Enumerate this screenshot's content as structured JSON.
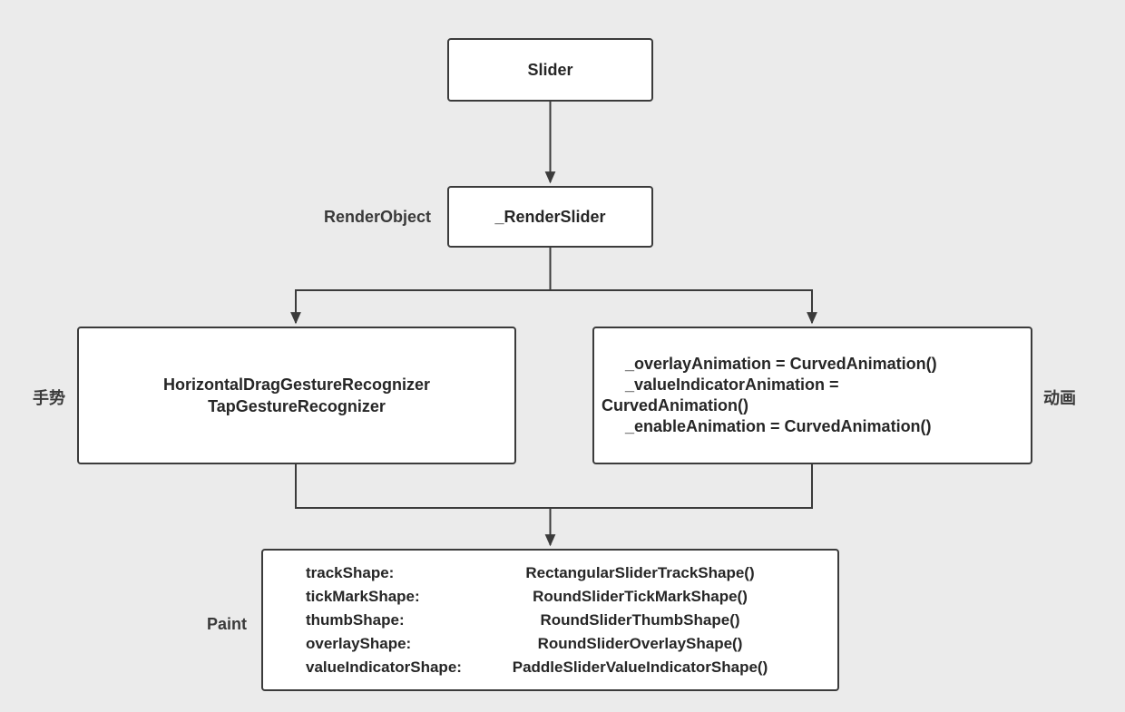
{
  "diagram": {
    "nodes": {
      "slider": {
        "label": "Slider"
      },
      "render_slider": {
        "label": "_RenderSlider"
      },
      "gesture": {
        "lines": [
          "HorizontalDragGestureRecognizer",
          "TapGestureRecognizer"
        ]
      },
      "animation": {
        "lines": [
          "_overlayAnimation = CurvedAnimation()",
          "_valueIndicatorAnimation =",
          "CurvedAnimation()",
          "_enableAnimation = CurvedAnimation()"
        ]
      },
      "paint": {
        "rows": [
          {
            "key": "trackShape:",
            "value": "RectangularSliderTrackShape()"
          },
          {
            "key": "tickMarkShape:",
            "value": "RoundSliderTickMarkShape()"
          },
          {
            "key": "thumbShape:",
            "value": "RoundSliderThumbShape()"
          },
          {
            "key": "overlayShape:",
            "value": "RoundSliderOverlayShape()"
          },
          {
            "key": "valueIndicatorShape:",
            "value": "PaddleSliderValueIndicatorShape()"
          }
        ]
      }
    },
    "labels": {
      "render_object": "RenderObject",
      "gesture": "手势",
      "animation": "动画",
      "paint": "Paint"
    },
    "colors": {
      "background": "#ebebeb",
      "node_background": "#ffffff",
      "border_and_lines": "#3b3b3b",
      "text": "#262626"
    }
  }
}
